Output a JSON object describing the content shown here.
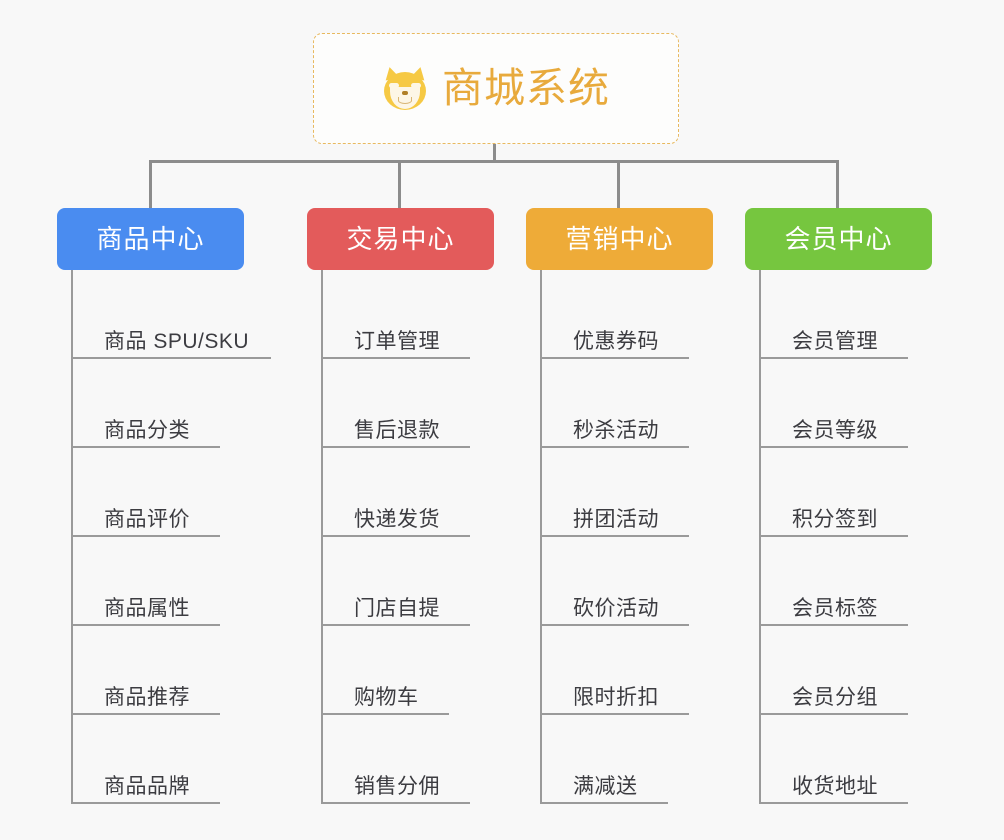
{
  "diagram": {
    "title": "商城系统",
    "root": {
      "label": "商城系统",
      "icon": "shiba-dog-face-emoji",
      "border_color": "#e8b95f",
      "text_color": "#e8aa3c",
      "background": "#fdfdfc"
    },
    "background_color": "#f8f8f8",
    "connector_color": "#8c8c8c",
    "leaf_rule_color": "#9a9a9a",
    "leaf_text_color": "#3c3c41",
    "columns": [
      {
        "label": "商品中心",
        "color": "#4a8cf0",
        "items": [
          {
            "label": "商品 SPU/SKU",
            "rule_width": 200
          },
          {
            "label": "商品分类",
            "rule_width": 149
          },
          {
            "label": "商品评价",
            "rule_width": 149
          },
          {
            "label": "商品属性",
            "rule_width": 149
          },
          {
            "label": "商品推荐",
            "rule_width": 149
          },
          {
            "label": "商品品牌",
            "rule_width": 149
          }
        ]
      },
      {
        "label": "交易中心",
        "color": "#e35b5b",
        "items": [
          {
            "label": "订单管理",
            "rule_width": 149
          },
          {
            "label": "售后退款",
            "rule_width": 149
          },
          {
            "label": "快递发货",
            "rule_width": 149
          },
          {
            "label": "门店自提",
            "rule_width": 149
          },
          {
            "label": "购物车",
            "rule_width": 128
          },
          {
            "label": "销售分佣",
            "rule_width": 149
          }
        ]
      },
      {
        "label": "营销中心",
        "color": "#eeab38",
        "items": [
          {
            "label": "优惠券码",
            "rule_width": 149
          },
          {
            "label": "秒杀活动",
            "rule_width": 149
          },
          {
            "label": "拼团活动",
            "rule_width": 149
          },
          {
            "label": "砍价活动",
            "rule_width": 149
          },
          {
            "label": "限时折扣",
            "rule_width": 149
          },
          {
            "label": "满减送",
            "rule_width": 128
          }
        ]
      },
      {
        "label": "会员中心",
        "color": "#76c63f",
        "items": [
          {
            "label": "会员管理",
            "rule_width": 149
          },
          {
            "label": "会员等级",
            "rule_width": 149
          },
          {
            "label": "积分签到",
            "rule_width": 149
          },
          {
            "label": "会员标签",
            "rule_width": 149
          },
          {
            "label": "会员分组",
            "rule_width": 149
          },
          {
            "label": "收货地址",
            "rule_width": 149
          }
        ]
      }
    ]
  }
}
